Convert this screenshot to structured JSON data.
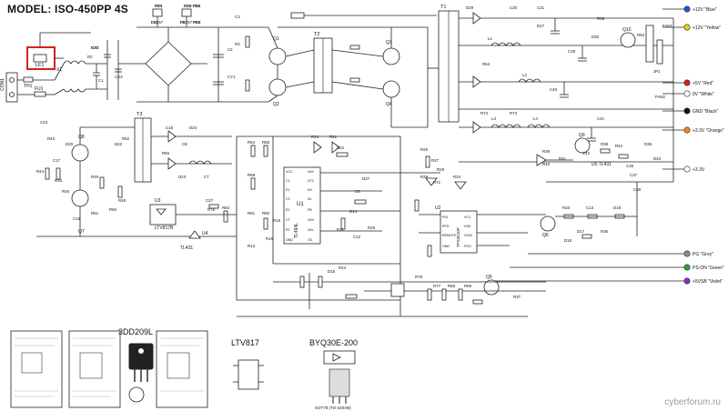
{
  "title": "MODEL:  ISO-450PP 4S",
  "watermark": "cyberforum.ru",
  "colors": {
    "highlight": "#d32020",
    "blue": "#2a4fd8",
    "yellow": "#e8d21a",
    "red": "#d81e1e",
    "white": "#ffffff",
    "black": "#111111",
    "orange": "#f08a1a",
    "gray": "#8a8a8a",
    "green": "#1fa83a",
    "violet": "#8a2bc8",
    "wire": "#222222"
  },
  "outputs": [
    {
      "label": "+12V \"Blue\"",
      "color": "blue"
    },
    {
      "label": "+12V \"Yellow\"",
      "color": "yellow"
    },
    {
      "label": "+5V \"Red\"",
      "color": "red"
    },
    {
      "label": "0V \"White\"",
      "color": "white"
    },
    {
      "label": "GND \"Black\"",
      "color": "black"
    },
    {
      "label": "+3.3V \"Orange\"",
      "color": "orange"
    },
    {
      "label": "+3.3V",
      "color": "white"
    },
    {
      "label": "PG \"Grey\"",
      "color": "gray"
    },
    {
      "label": "PS-ON \"Green\"",
      "color": "green"
    },
    {
      "label": "+5VSB \"Violet\"",
      "color": "violet"
    }
  ],
  "input": {
    "con": "CON1",
    "fuse": "FU1",
    "thermistor": "TH1",
    "filter": "LF1",
    "filter_caption": "LF1",
    "choke": "X1"
  },
  "ics": {
    "u1": {
      "name": "U1",
      "part": "TL494L",
      "pins_left": [
        "VCC",
        "C1",
        "E1",
        "C2",
        "E2",
        "CT",
        "RT",
        "GND"
      ],
      "pins_right": [
        "Vref",
        "DTC",
        "IN+",
        "IN-",
        "FB",
        "2IN+",
        "2IN-",
        "OC"
      ]
    },
    "u2": {
      "name": "U2",
      "part": "TPS3510P",
      "pins_left": [
        "PGI",
        "PPG",
        "REMOTE",
        "GND"
      ],
      "pins_right": [
        "VCC",
        "VS5",
        "VS33",
        "PGO"
      ]
    },
    "u3": {
      "name": "U3",
      "part": "LTV817B"
    },
    "u4": {
      "name": "U4",
      "part": "TL431"
    },
    "u5": {
      "name": "U5",
      "part": "TL431"
    }
  },
  "transistors": [
    "Q1",
    "Q2",
    "Q3",
    "Q4",
    "Q5",
    "Q6",
    "Q7",
    "Q8",
    "Q9",
    "Q10"
  ],
  "transformers": [
    "T1",
    "T2",
    "T3"
  ],
  "component_labels": [
    "PD1",
    "PD2",
    "FR157",
    "FR157",
    "PR1",
    "PR2",
    "CY2",
    "CX3",
    "C1",
    "C2",
    "CY1",
    "R2",
    "C3",
    "R3",
    "L1",
    "L2",
    "L3",
    "L4",
    "D29",
    "C30",
    "C31",
    "R65",
    "D30",
    "R63",
    "JP1",
    "FAN1",
    "FAN2",
    "R64",
    "D27",
    "C39",
    "C40",
    "C41",
    "C42",
    "C43",
    "R43",
    "D20",
    "C17",
    "R44",
    "R45",
    "R49",
    "R51",
    "R50",
    "R48",
    "R46",
    "C18",
    "R52",
    "D22",
    "C16",
    "D24",
    "C8",
    "R56",
    "D23",
    "C7",
    "C27",
    "R78",
    "R83",
    "R54",
    "R58",
    "R59",
    "R60",
    "R61",
    "R15",
    "R16",
    "R13",
    "R14",
    "R21",
    "R22",
    "C5",
    "D37",
    "D14",
    "R11",
    "C12",
    "D15",
    "R24",
    "R26",
    "R25",
    "R27",
    "R28",
    "R29",
    "R71",
    "R34",
    "R33",
    "C13",
    "D19",
    "D17",
    "D18",
    "R36",
    "R37",
    "R38",
    "R39",
    "R40",
    "R41",
    "R42",
    "C36",
    "C37",
    "C38",
    "D35",
    "D34",
    "R73",
    "R74",
    "R75",
    "R77",
    "R68",
    "R69",
    "R70",
    "C33",
    "C32",
    "R17",
    "R18",
    "R19",
    "R20"
  ],
  "thumbnails": {
    "t1": {
      "caption": "3DD209L"
    },
    "t2": {
      "caption": "LTV817"
    },
    "t3": {
      "caption": "BYQ30E-200",
      "sub": "SOT78 (TO-220AB)"
    }
  }
}
